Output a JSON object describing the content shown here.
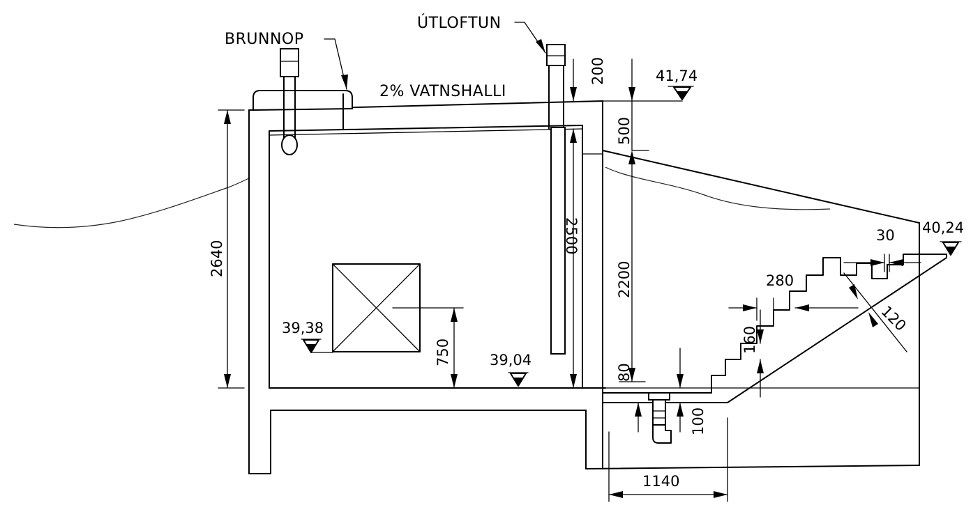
{
  "labels": {
    "brunnop": "BRUNNOP",
    "utloftun": "ÚTLOFTUN",
    "slope": "2% VATNSHALLI"
  },
  "levels": {
    "top": "41,74",
    "right": "40,24",
    "left": "39,38",
    "floor": "39,04"
  },
  "dimensions": {
    "d200": "200",
    "d500": "500",
    "d2640": "2640",
    "d2500": "2500",
    "d2200": "2200",
    "d750": "750",
    "d30": "30",
    "d280": "280",
    "d120": "120",
    "d160": "160",
    "d80": "80",
    "d100": "100",
    "d1140": "1140"
  }
}
